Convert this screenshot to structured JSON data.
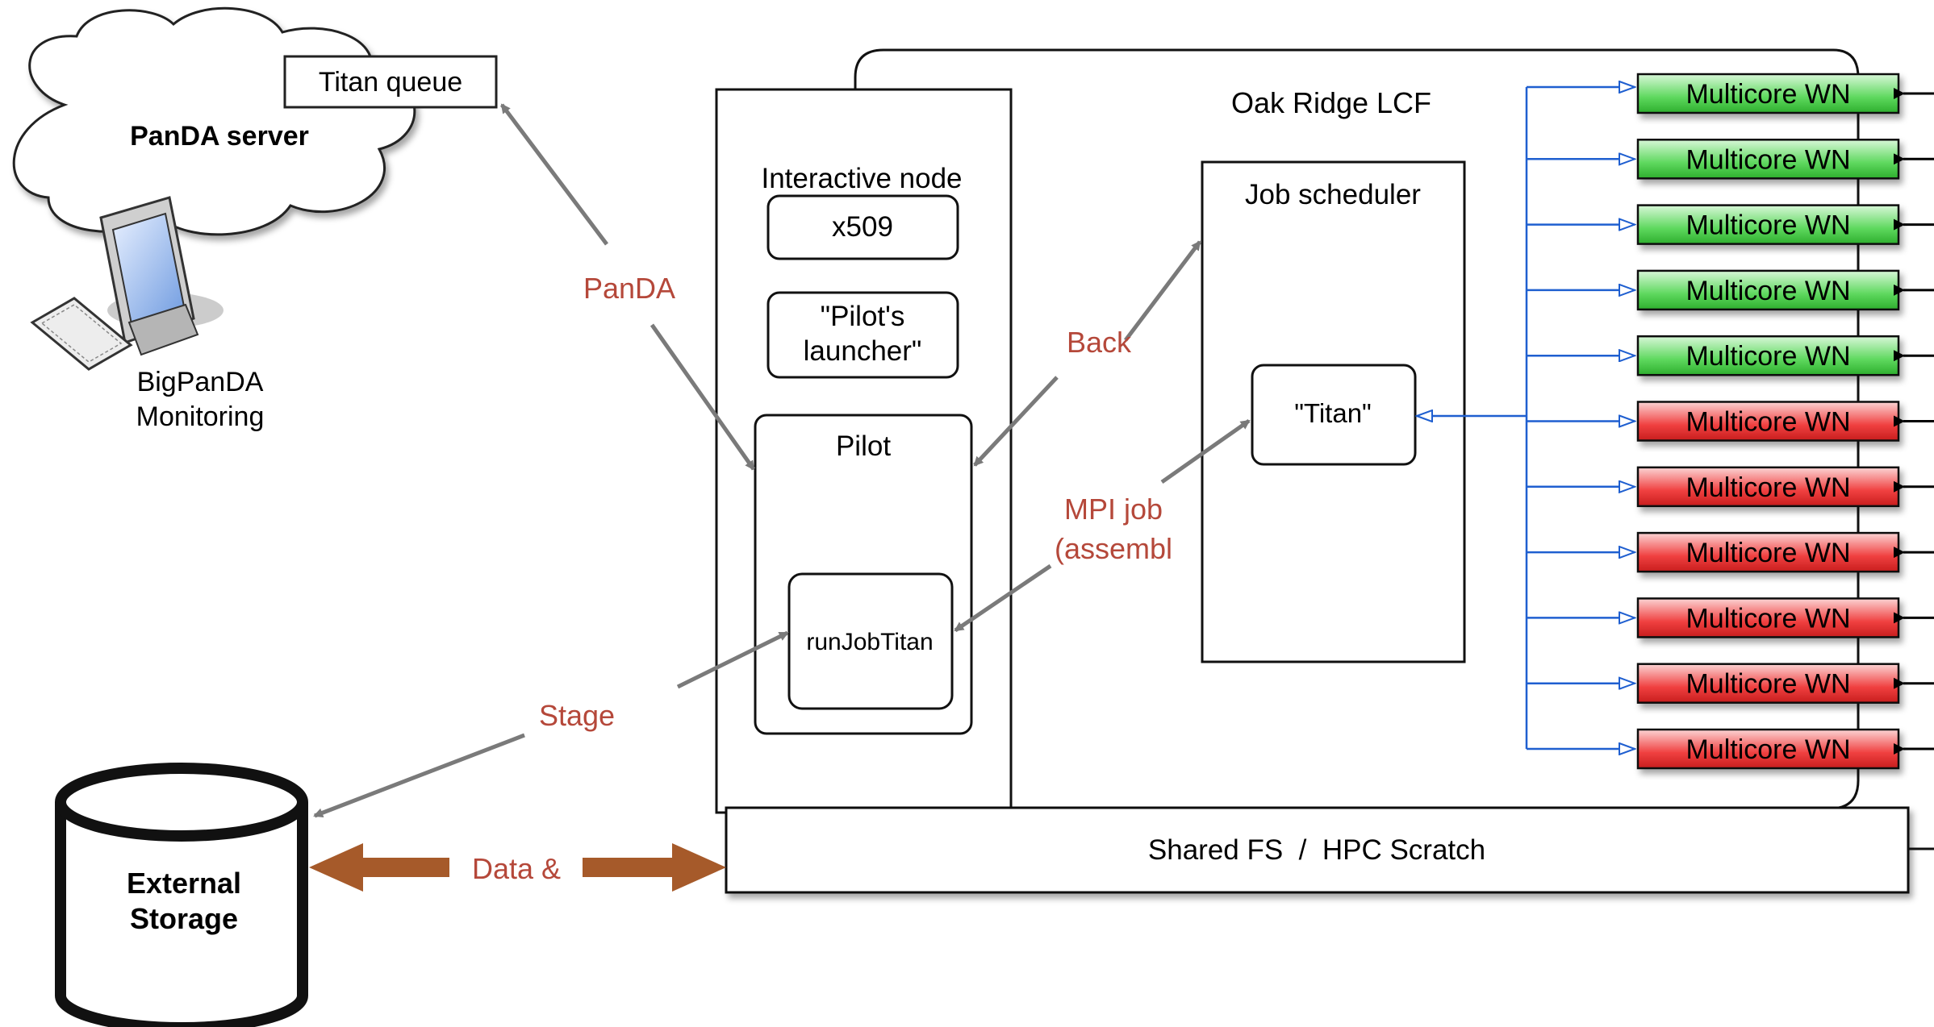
{
  "cloud": {
    "title": "PanDA server",
    "queue_label": "Titan queue"
  },
  "monitoring": {
    "line1": "BigPanDA",
    "line2": "Monitoring"
  },
  "storage": {
    "line1": "External",
    "line2": "Storage"
  },
  "facility": {
    "title": "Oak Ridge LCF"
  },
  "interactive_node": {
    "title": "Interactive node",
    "x509_label": "x509",
    "launcher_line1": "\"Pilot's",
    "launcher_line2": "launcher\"",
    "pilot_label": "Pilot",
    "runjob_label": "runJobTitan"
  },
  "scheduler": {
    "title": "Job scheduler",
    "titan_label": "\"Titan\""
  },
  "shared_fs": {
    "label": "Shared FS  /  HPC Scratch"
  },
  "edge_labels": {
    "panda": "PanDA",
    "backfill": "Back",
    "mpi_line1": "MPI job",
    "mpi_line2": "(assembl",
    "stage": "Stage",
    "data": "Data &"
  },
  "worker_nodes": {
    "label": "Multicore WN",
    "states": [
      "green",
      "green",
      "green",
      "green",
      "green",
      "red",
      "red",
      "red",
      "red",
      "red",
      "red"
    ]
  },
  "colors": {
    "edge_label": "#B5483A",
    "gray_arrow": "#7A7A7A",
    "blue_connector": "#1F5FD0",
    "data_arrow": "#A65A2A",
    "wn_green": "#34C934",
    "wn_red": "#E83030"
  }
}
